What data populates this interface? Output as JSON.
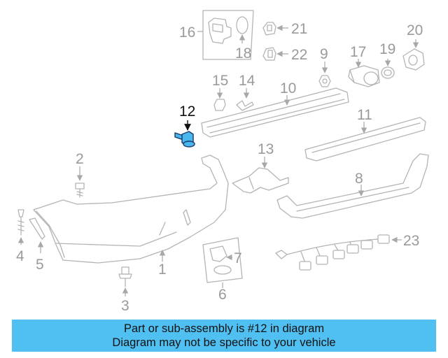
{
  "diagram": {
    "callouts": {
      "c1": "1",
      "c2": "2",
      "c3": "3",
      "c4": "4",
      "c5": "5",
      "c6": "6",
      "c7": "7",
      "c8": "8",
      "c9": "9",
      "c10": "10",
      "c11": "11",
      "c12": "12",
      "c13": "13",
      "c14": "14",
      "c15": "15",
      "c16": "16",
      "c17": "17",
      "c18": "18",
      "c19": "19",
      "c20": "20",
      "c21": "21",
      "c22": "22",
      "c23": "23"
    },
    "highlighted_part": "12",
    "colors": {
      "highlight_fill": "#4ab8f0",
      "highlight_outline": "#1a3b66",
      "line_gray": "#b4b4b4",
      "callout_gray": "#9a9a9a",
      "banner_bg": "#50c0f2"
    }
  },
  "banner": {
    "line1": "Part or sub-assembly is #12 in diagram",
    "line2": "Diagram may not be specific to your vehicle"
  }
}
